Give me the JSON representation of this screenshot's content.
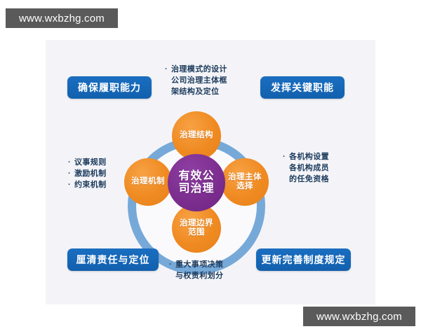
{
  "watermarks": {
    "top": "www.wxbzhg.com",
    "bottom": "www.wxbzhg.com"
  },
  "diagram": {
    "type": "circular-hub-and-spoke",
    "center": {
      "label": "有效公\n司治理",
      "color": "#7b2d8e"
    },
    "ring_color": "#76a9d8",
    "panel_background": "#f4f4f8",
    "nodes": [
      {
        "position": "top",
        "label": "治理结构",
        "color": "#f08a22"
      },
      {
        "position": "left",
        "label": "治理机制",
        "color": "#f08a22"
      },
      {
        "position": "right",
        "label": "治理主体\n选择",
        "color": "#f08a22"
      },
      {
        "position": "bottom",
        "label": "治理边界\n范围",
        "color": "#f08a22"
      }
    ],
    "label_boxes": [
      {
        "position": "top-left",
        "label": "确保履职能力",
        "color": "#1464b4"
      },
      {
        "position": "top-right",
        "label": "发挥关键职能",
        "color": "#1464b4"
      },
      {
        "position": "bottom-left",
        "label": "厘清责任与定位",
        "color": "#1464b4"
      },
      {
        "position": "bottom-right",
        "label": "更新完善制度规定",
        "color": "#1464b4"
      }
    ],
    "bullet_groups": {
      "top": {
        "items": [
          "治理模式的设计\n公司治理主体框\n架结构及定位"
        ]
      },
      "left": {
        "items": [
          "议事规则",
          "激励机制",
          "约束机制"
        ]
      },
      "right": {
        "items": [
          "各机构设置\n各机构成员\n的任免资格"
        ]
      },
      "bottom": {
        "items": [
          "重大事项决策\n与权责利划分"
        ]
      }
    }
  }
}
